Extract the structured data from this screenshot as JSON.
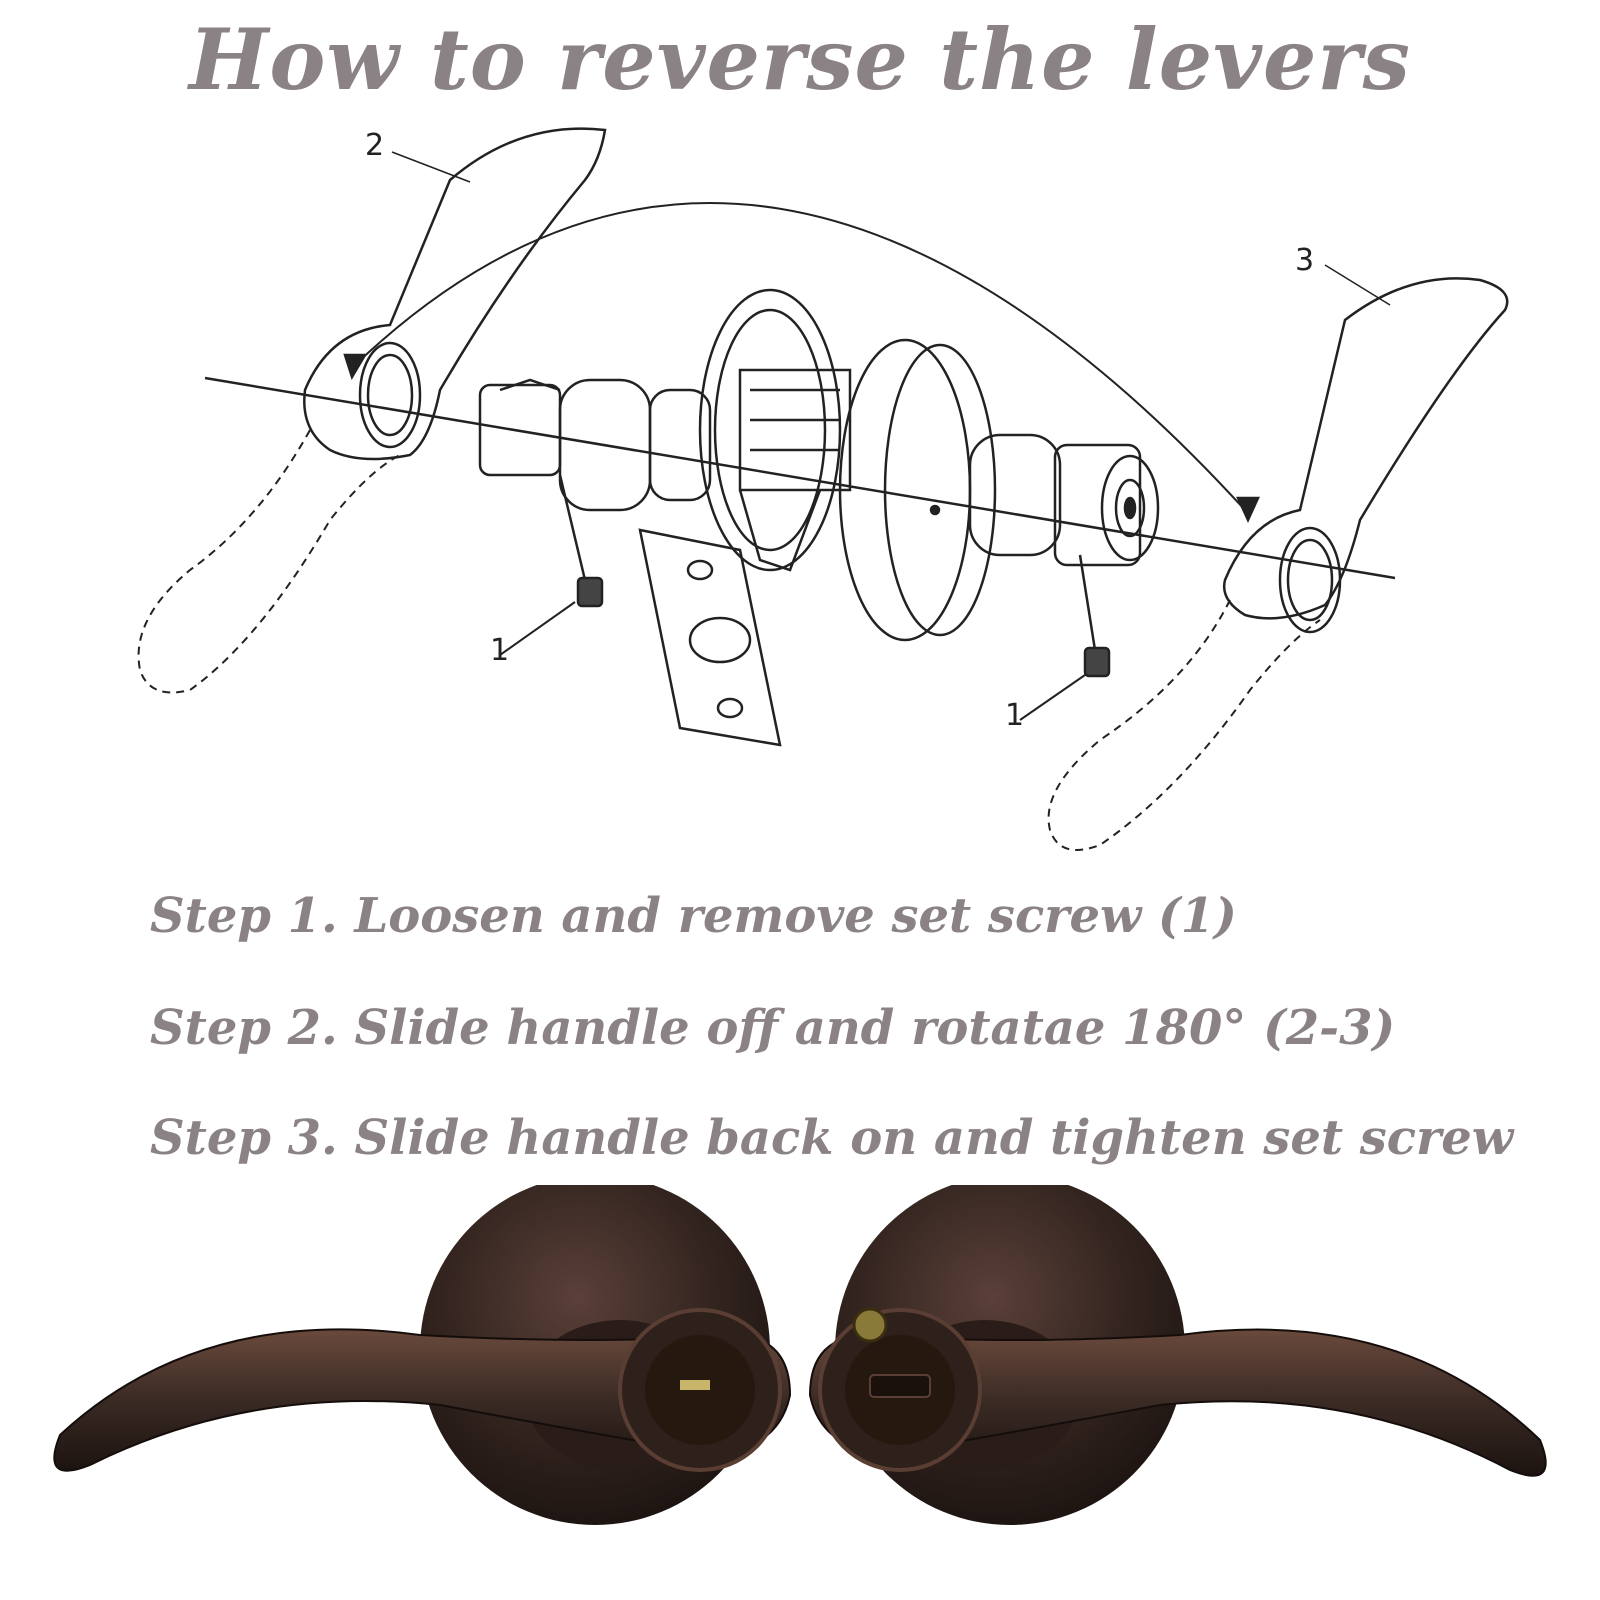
{
  "title": "How to reverse the levers",
  "callouts": {
    "lever_before": "2",
    "lever_after": "3",
    "screw_left": "1",
    "screw_right": "1"
  },
  "steps": [
    "Step 1. Loosen and remove set screw (1)",
    "Step 2. Slide handle off and rotatae 180° (2-3)",
    "Step 3. Slide handle back on and tighten set screw"
  ],
  "colors": {
    "text": "#8a8284",
    "line": "#222222",
    "bronze": "#3a2a24"
  }
}
